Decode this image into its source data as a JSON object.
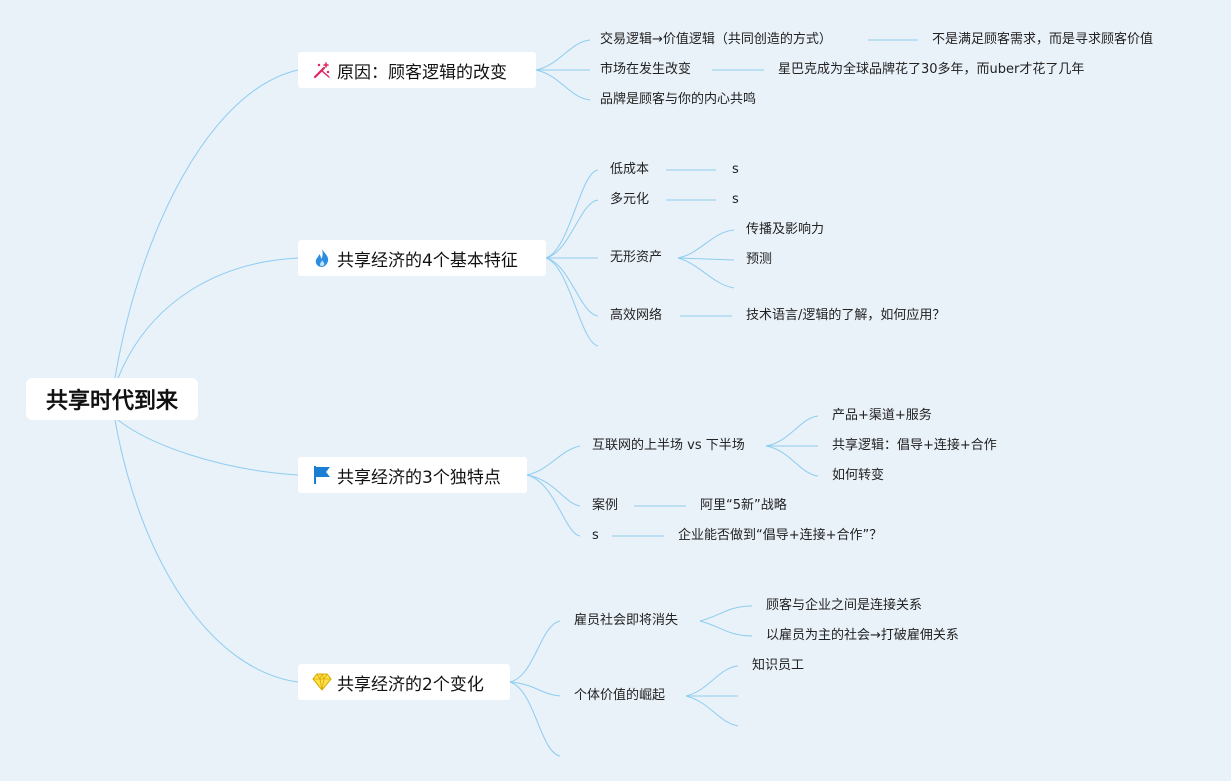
{
  "root": {
    "label": "共享时代到来"
  },
  "colors": {
    "line": "#8ecdf0",
    "background": "#e9f1f9",
    "node": "#ffffff"
  },
  "branches": [
    {
      "label": "原因：顾客逻辑的改变",
      "icon": "sparkle-wand-icon",
      "items": [
        {
          "label": "交易逻辑→价值逻辑（共同创造的方式）",
          "child": "不是满足顾客需求，而是寻求顾客价值"
        },
        {
          "label": "市场在发生改变",
          "child": "星巴克成为全球品牌花了30多年，而uber才花了几年"
        },
        {
          "label": "品牌是顾客与你的内心共鸣"
        }
      ]
    },
    {
      "label": "共享经济的4个基本特征",
      "icon": "fire-icon",
      "items": [
        {
          "label": "低成本",
          "child": "s"
        },
        {
          "label": "多元化",
          "child": "s"
        },
        {
          "label": "无形资产",
          "children": [
            "传播及影响力",
            "预测"
          ]
        },
        {
          "label": "高效网络",
          "child": "技术语言/逻辑的了解，如何应用？"
        }
      ]
    },
    {
      "label": "共享经济的3个独特点",
      "icon": "flag-icon",
      "items": [
        {
          "label": "互联网的上半场 vs 下半场",
          "children": [
            "产品+渠道+服务",
            "共享逻辑：倡导+连接+合作",
            "如何转变"
          ]
        },
        {
          "label": "案例",
          "child": "阿里“5新”战略"
        },
        {
          "label": "s",
          "child": "企业能否做到“倡导+连接+合作”？"
        }
      ]
    },
    {
      "label": "共享经济的2个变化",
      "icon": "diamond-icon",
      "items": [
        {
          "label": "雇员社会即将消失",
          "children": [
            "顾客与企业之间是连接关系",
            "以雇员为主的社会→打破雇佣关系"
          ]
        },
        {
          "label": "个体价值的崛起",
          "children": [
            "知识员工"
          ]
        }
      ]
    }
  ]
}
